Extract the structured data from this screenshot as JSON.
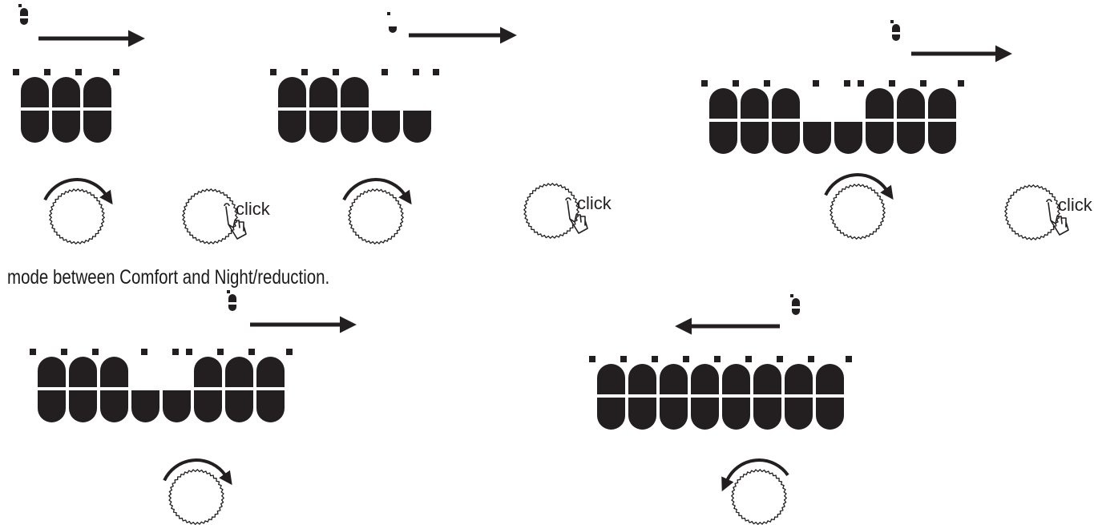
{
  "caption": "mode between Comfort and Night/reduction.",
  "click_label": "click",
  "colors": {
    "ink": "#231f20",
    "background": "#ffffff"
  },
  "panels": [
    {
      "id": "p1",
      "pattern": "FFF",
      "arrow": "right",
      "pointer": "full",
      "knob": "rotate-cw"
    },
    {
      "id": "p2",
      "pattern": "FFFHH",
      "arrow": "right",
      "pointer": "half",
      "knob": "rotate-cw"
    },
    {
      "id": "p3",
      "pattern": "FFFHHFFF",
      "arrow": "right",
      "pointer": "full",
      "knob": "rotate-cw"
    },
    {
      "id": "p4",
      "pattern": "FFFHHFFF",
      "arrow": "right",
      "pointer": "full",
      "knob": "rotate-cw"
    },
    {
      "id": "p5",
      "pattern": "FFFFFFFF",
      "arrow": "left",
      "pointer": "full",
      "knob": "rotate-ccw"
    }
  ],
  "click_buttons": [
    {
      "id": "c1",
      "label": "click",
      "icon": "hand-press-icon"
    },
    {
      "id": "c2",
      "label": "click",
      "icon": "hand-press-icon"
    },
    {
      "id": "c3",
      "label": "click",
      "icon": "hand-press-icon"
    }
  ]
}
